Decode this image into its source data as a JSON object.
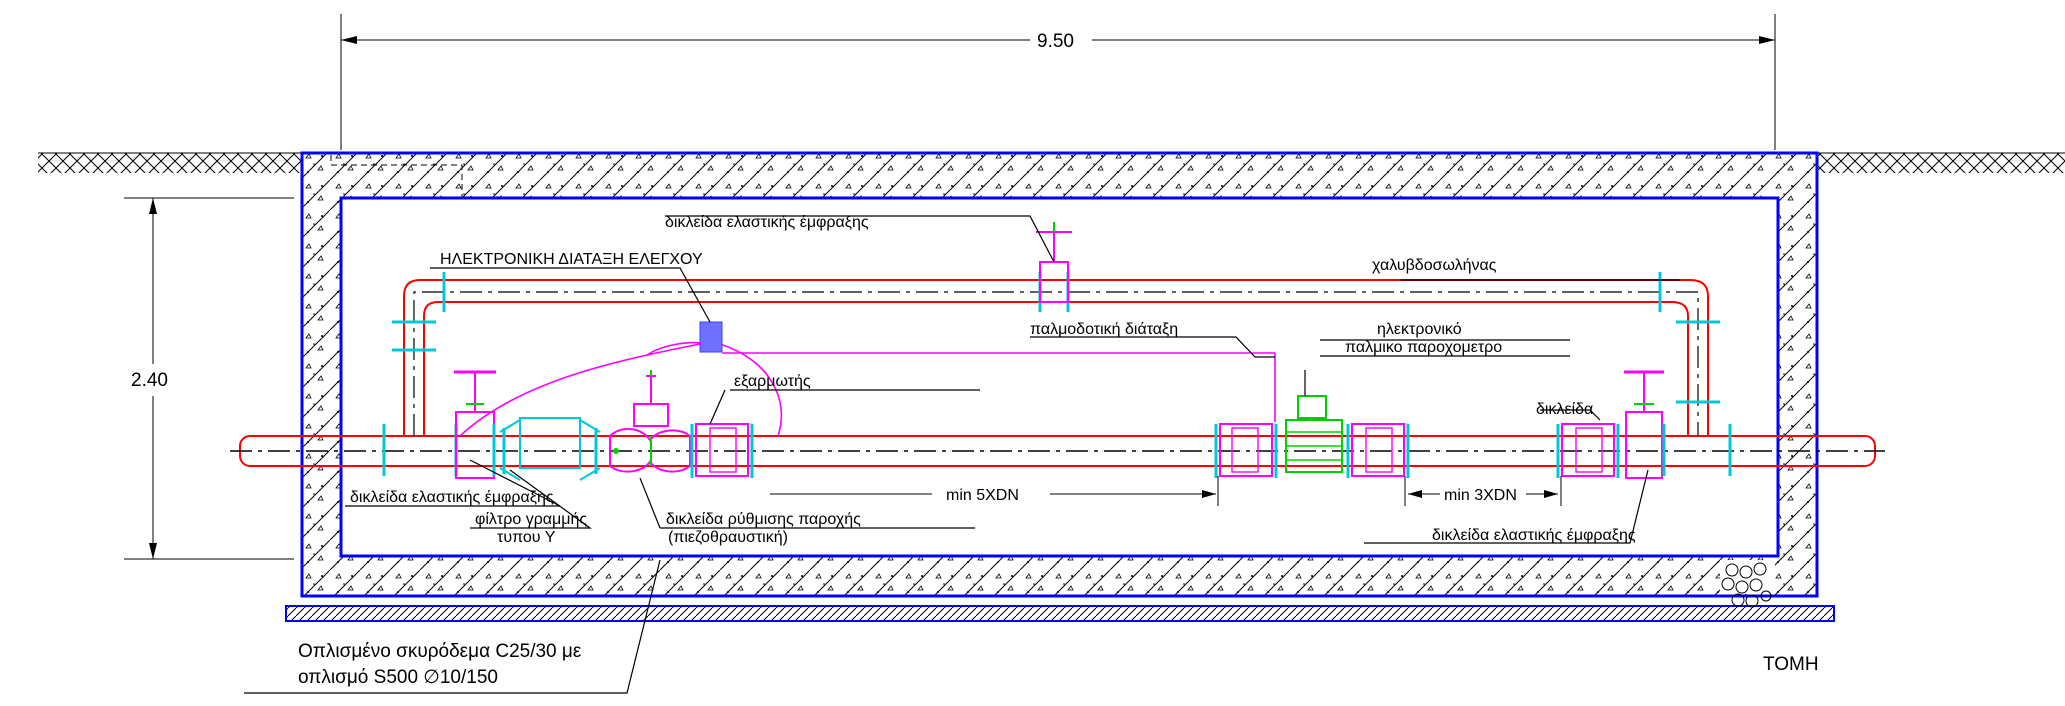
{
  "dimensions": {
    "length": "9.50",
    "height": "2.40"
  },
  "labels": {
    "valve_top": "δικλείδα ελαστικής έμφραξης",
    "control_device": "ΗΛΕΚΤΡΟΝΙΚΗ ΔΙΑΤΑΞΗ ΕΛΕΓΧΟΥ",
    "steel_pipe": "χαλυβδοσωλήνας",
    "pulse_device": "παλμοδοτική διάταξη",
    "meter_line1": "ηλεκτρονικό",
    "meter_line2": "παλμικο παροχομετρο",
    "vent": "εξαρμωτής",
    "valve_right": "δικλείδα",
    "valve_left_bottom": "δικλείδα ελαστικής έμφραξης",
    "filter_line1": "φίλτρο γραμμής",
    "filter_line2": "τυπου Υ",
    "regulator_line1": "δικλείδα ρύθμισης παροχής",
    "regulator_line2": "(πιεζοθραυστική)",
    "min5": "min 5XDN",
    "min3": "min 3XDN",
    "valve_right_bottom": "δικλείδα ελαστικής έμφραξης"
  },
  "notes": {
    "concrete_line1": "Οπλισμένο σκυρόδεμα C25/30 με",
    "concrete_line2": "οπλισμό S500 ∅10/150"
  },
  "title": "ΤΟΜΗ",
  "colors": {
    "pipe": "#ff0000",
    "magenta": "#ff00ff",
    "cyan": "#00c8d8",
    "blue": "#0000ff",
    "green": "#00d000",
    "device": "#7070ff",
    "ink": "#000000"
  }
}
